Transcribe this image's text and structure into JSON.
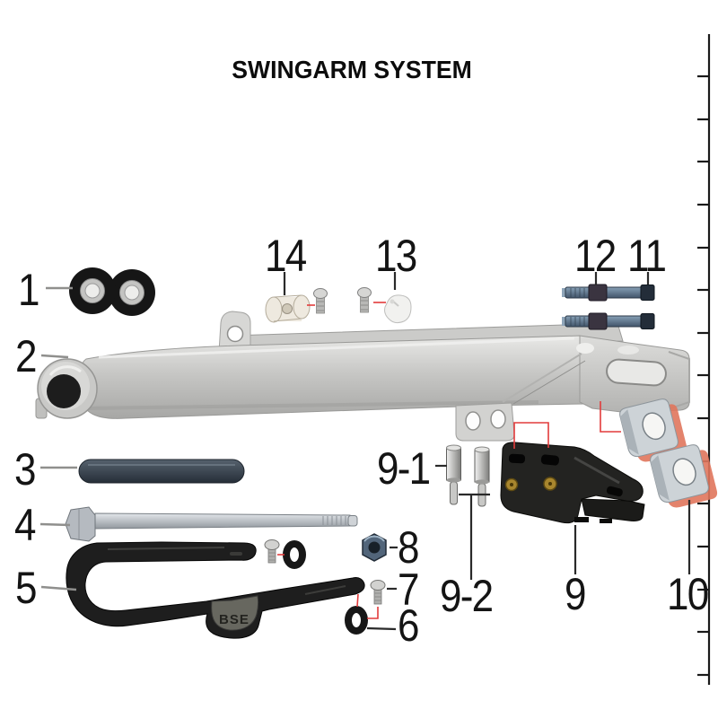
{
  "page": {
    "title": "SWINGARM SYSTEM"
  },
  "diagram": {
    "guard_brand": "BSE",
    "labels": {
      "n1": "1",
      "n2": "2",
      "n3": "3",
      "n4": "4",
      "n5": "5",
      "n6": "6",
      "n7": "7",
      "n8": "8",
      "n9": "9",
      "n9_1": "9-1",
      "n9_2": "9-2",
      "n10": "10",
      "n11": "11",
      "n12": "12",
      "n13": "13",
      "n14": "14"
    },
    "colors": {
      "accent-red": "#e23b3b",
      "salmon-shadow": "#e0765c",
      "ink": "#1a1a1a",
      "swingarm-silver": "#cdcdcb",
      "steel-blue": "#5a7astroke",
      "black-part": "#1e1e1e"
    },
    "ruler": {
      "tick_count": 15
    }
  }
}
